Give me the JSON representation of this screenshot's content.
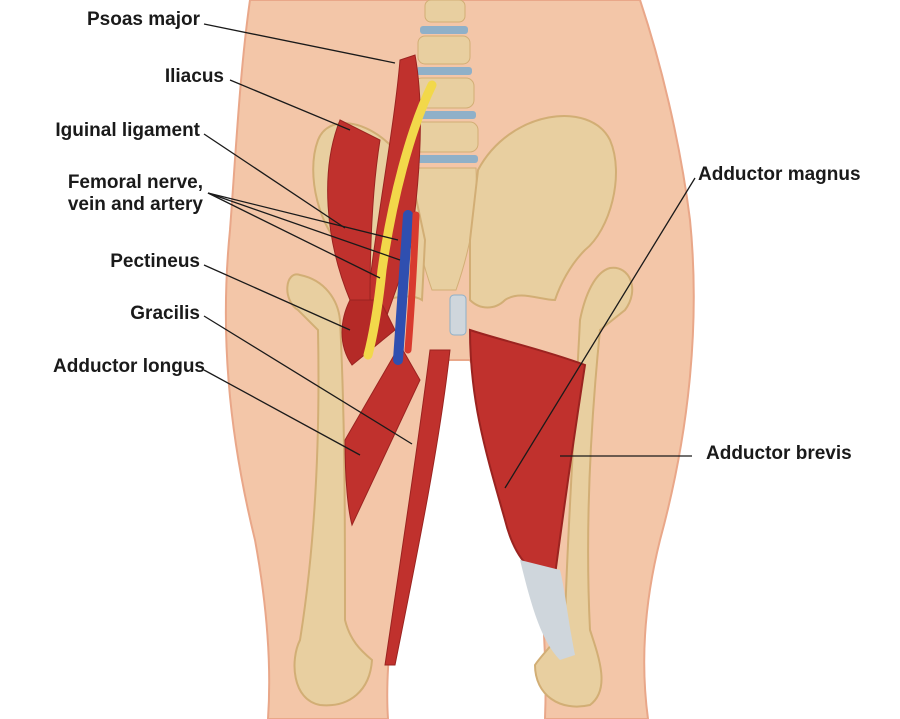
{
  "colors": {
    "skin": "#f3c6a8",
    "skin_edge": "#e9a789",
    "bone": "#e8cfa0",
    "bone_shade": "#d2ae75",
    "muscle": "#c0312d",
    "muscle_dark": "#9b2320",
    "nerve": "#f2d84a",
    "vein": "#2f4fb0",
    "artery": "#d83a2e",
    "disc": "#8fb0c8",
    "tendon": "#cfd6dc",
    "leader_line": "#1a1a1a"
  },
  "labels": {
    "psoas_major": "Psoas major",
    "iliacus": "Iliacus",
    "inguinal_ligament": "Iguinal ligament",
    "femoral": "Femoral nerve,\nvein and artery",
    "pectineus": "Pectineus",
    "gracilis": "Gracilis",
    "adductor_longus": "Adductor longus",
    "adductor_magnus": "Adductor magnus",
    "adductor_brevis": "Adductor brevis"
  }
}
